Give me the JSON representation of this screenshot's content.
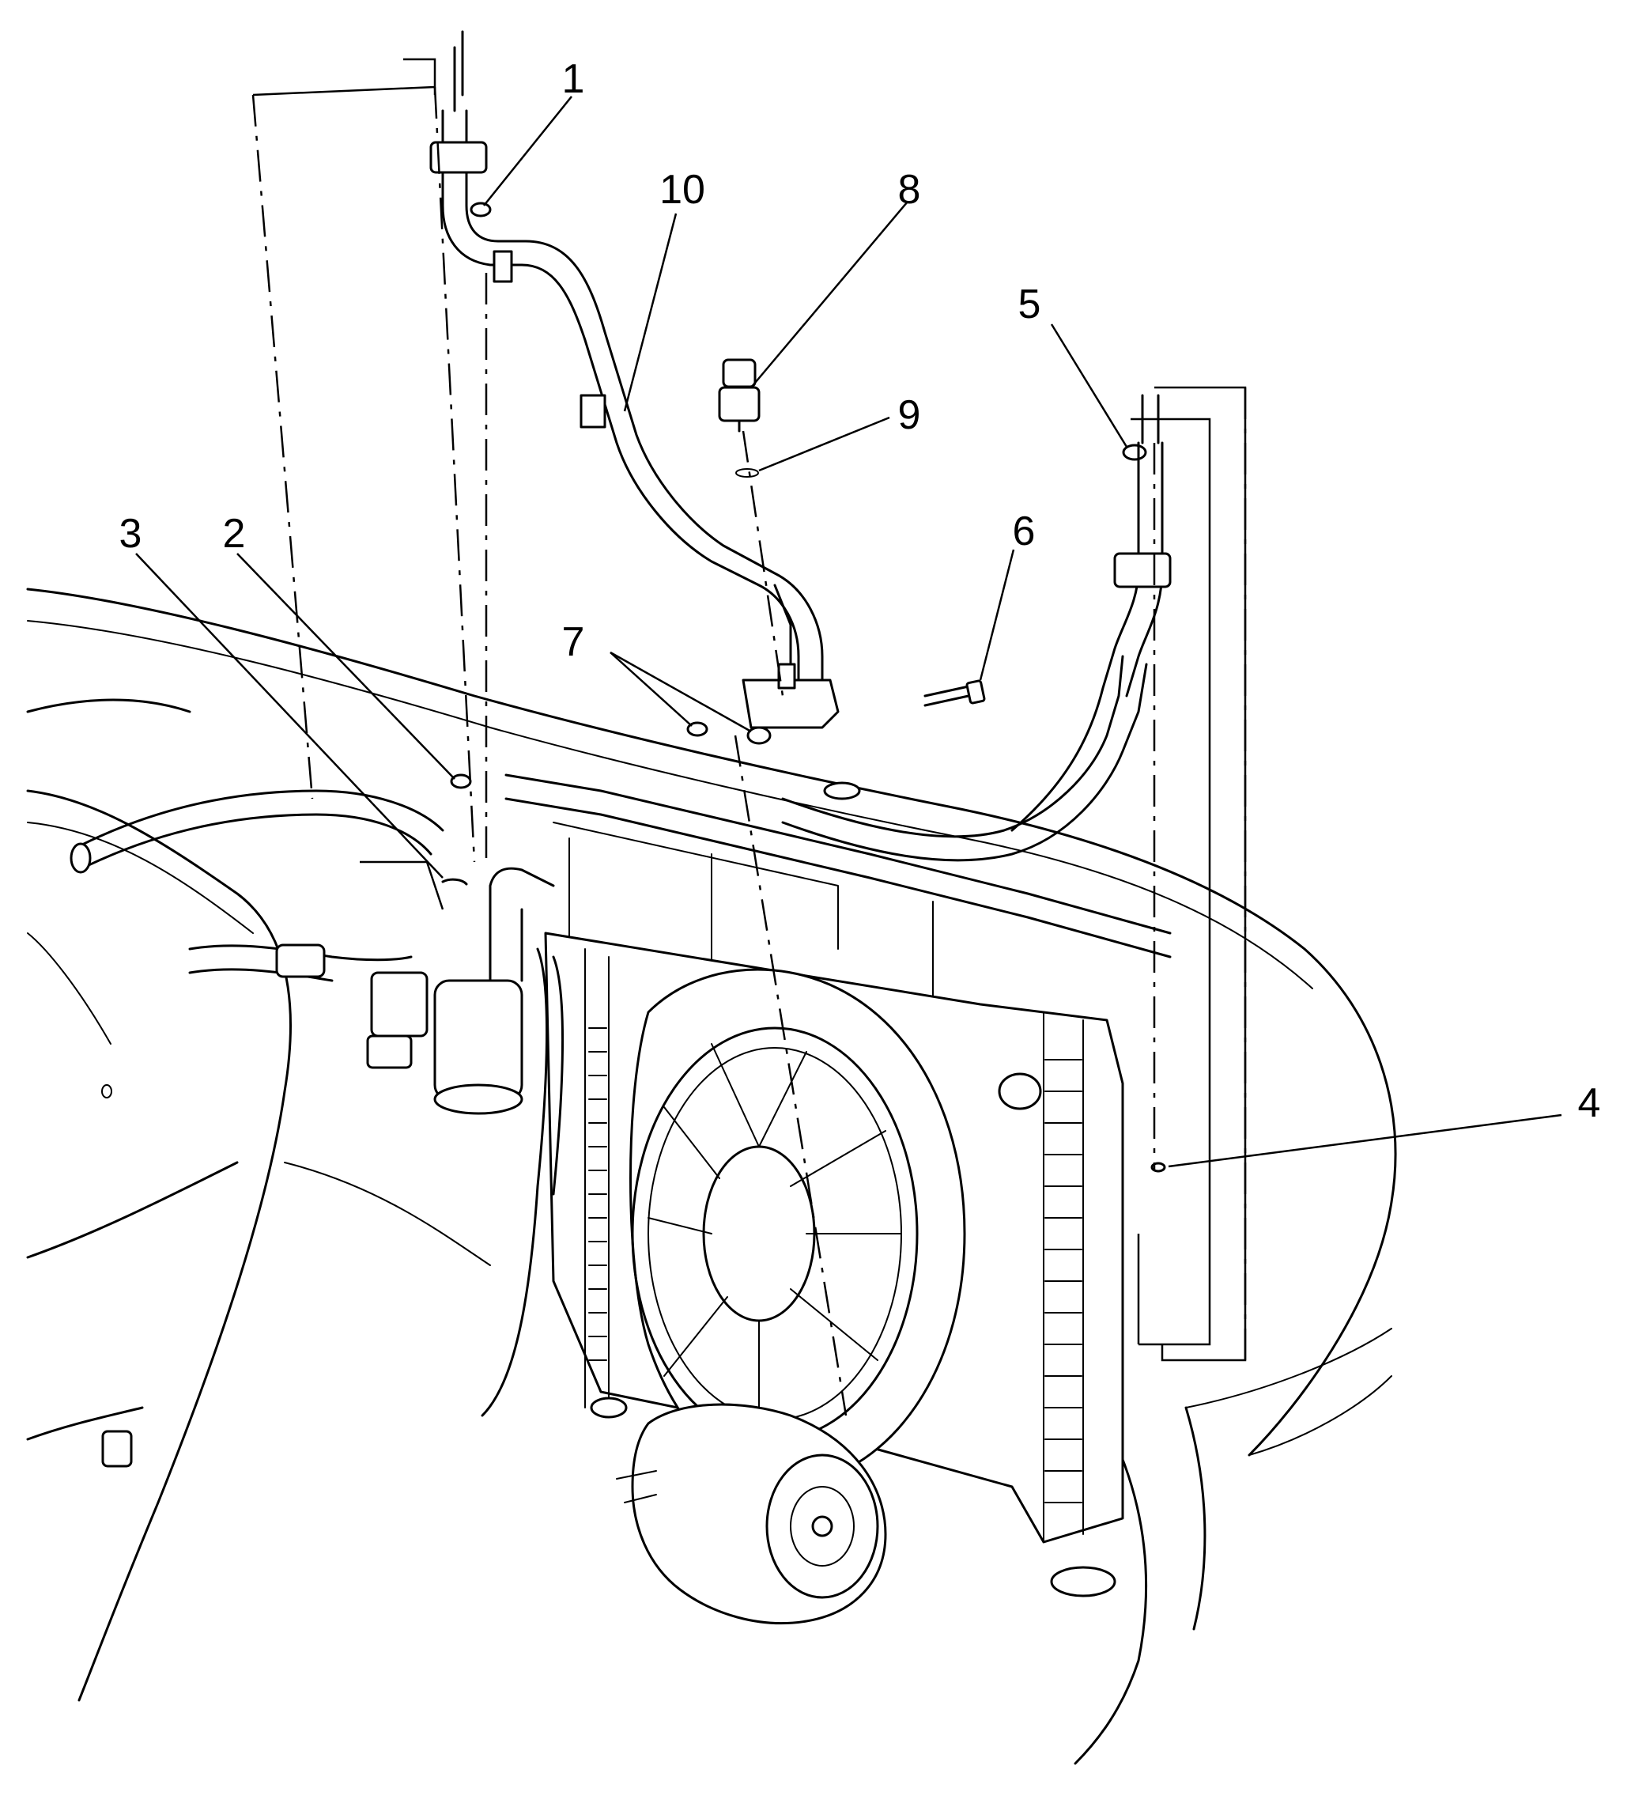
{
  "figure": {
    "line_color": "#000000",
    "background": "#ffffff"
  },
  "callouts": [
    {
      "id": "1",
      "label": "1"
    },
    {
      "id": "2",
      "label": "2"
    },
    {
      "id": "3",
      "label": "3"
    },
    {
      "id": "4",
      "label": "4"
    },
    {
      "id": "5",
      "label": "5"
    },
    {
      "id": "6",
      "label": "6"
    },
    {
      "id": "7",
      "label": "7"
    },
    {
      "id": "8",
      "label": "8"
    },
    {
      "id": "9",
      "label": "9"
    },
    {
      "id": "10",
      "label": "10"
    }
  ]
}
